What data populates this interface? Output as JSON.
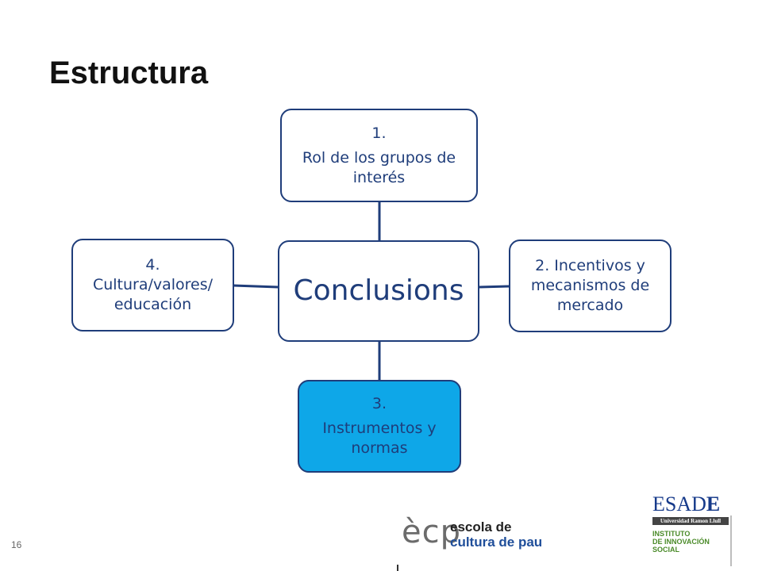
{
  "slide": {
    "title": "Estructura",
    "page_number": "16"
  },
  "diagram": {
    "center": {
      "label": "Conclusions"
    },
    "top": {
      "number": "1.",
      "label": "Rol de los grupos de interés"
    },
    "right": {
      "label": "2. Incentivos y mecanismos de mercado"
    },
    "bottom": {
      "number": "3.",
      "label": "Instrumentos y normas"
    },
    "left": {
      "number": "4.",
      "label": "Cultura/valores/ educación"
    }
  },
  "logos": {
    "ecp": {
      "mark": "ècp",
      "line1": "escola de",
      "line2": "cultura de pau"
    },
    "esade": {
      "word_regular": "ESAD",
      "word_bold": "E",
      "band": "Universidad Ramon Llull",
      "line1": "INSTITUTO",
      "line2": "DE INNOVACIÓN",
      "line3": "SOCIAL"
    }
  },
  "colors": {
    "box_border": "#1f3d7a",
    "box_text": "#1f3d7a",
    "highlight_fill": "#0ea7e8",
    "esade_blue": "#163a8a",
    "esade_green": "#4a8a28"
  }
}
